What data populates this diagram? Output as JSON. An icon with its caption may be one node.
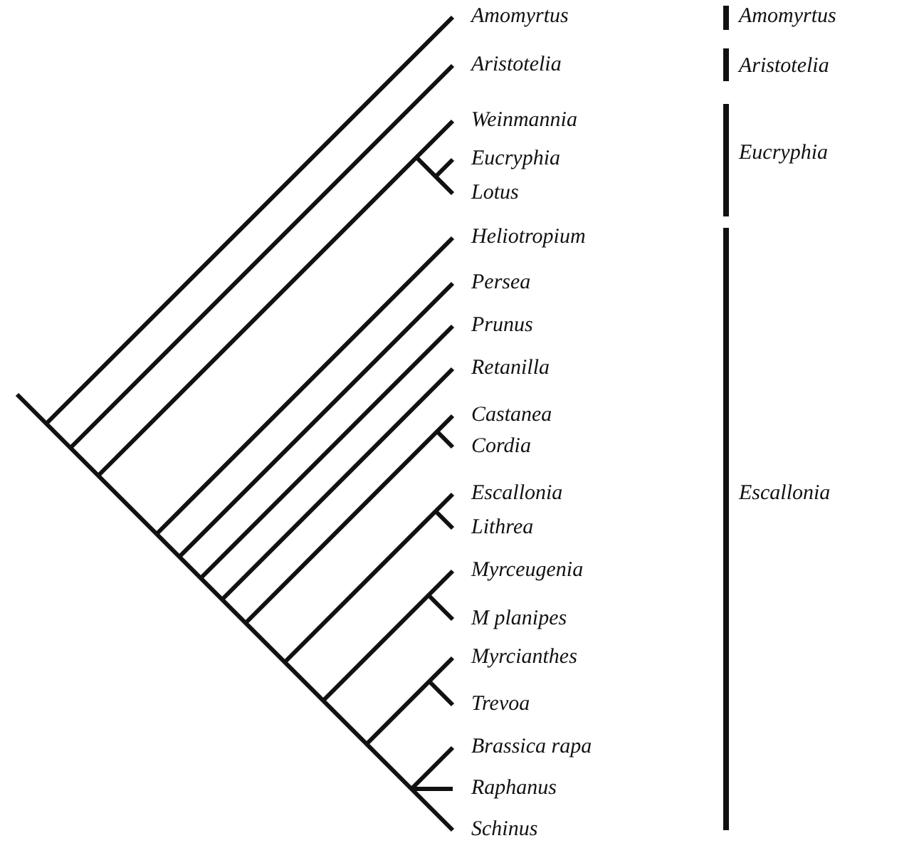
{
  "diagram": {
    "labels": [
      "Amomyrtus",
      "Aristotelia",
      "Weinmannia",
      "Eucryphia",
      "Lotus",
      "Heliotropium",
      "Persea",
      "Prunus",
      "Retanilla",
      "Castanea",
      "Cordia",
      "Escallonia",
      "Lithrea",
      "Myrceugenia",
      "M planipes",
      "Myrcianthes",
      "Trevoa",
      "Brassica rapa",
      "Raphanus",
      "Schinus",
      "Amomyrtus",
      "Aristotelia",
      "Eucryphia",
      "Escallonia"
    ]
  }
}
